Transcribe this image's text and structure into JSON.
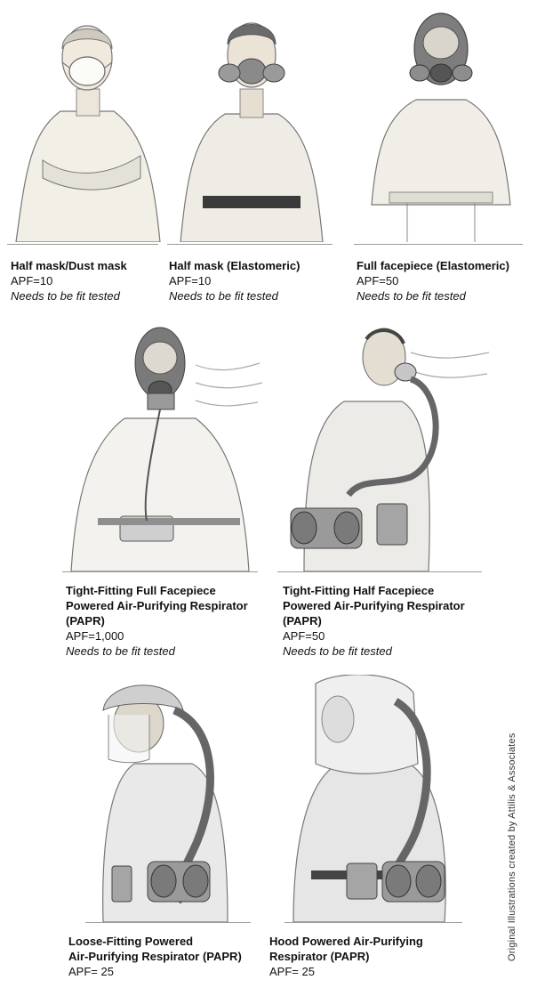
{
  "respirators": [
    {
      "title": "Half mask/Dust mask",
      "apf": "APF=10",
      "note": "Needs to be fit tested"
    },
    {
      "title": "Half mask (Elastomeric)",
      "apf": "APF=10",
      "note": "Needs to be fit tested"
    },
    {
      "title": "Full facepiece (Elastomeric)",
      "apf": "APF=50",
      "note": "Needs to be fit tested"
    },
    {
      "title": "Tight-Fitting Full Facepiece\nPowered Air-Purifying Respirator\n(PAPR)",
      "apf": "APF=1,000",
      "note": "Needs to be fit tested"
    },
    {
      "title": "Tight-Fitting Half Facepiece\nPowered Air-Purifying Respirator\n(PAPR)",
      "apf": "APF=50",
      "note": "Needs to be fit tested"
    },
    {
      "title": "Loose-Fitting Powered\nAir-Purifying Respirator (PAPR)",
      "apf": "APF= 25"
    },
    {
      "title": "Hood Powered Air-Purifying\nRespirator (PAPR)",
      "apf": "APF= 25"
    }
  ],
  "credit": "Original Illustrations created by Attilis & Associates"
}
